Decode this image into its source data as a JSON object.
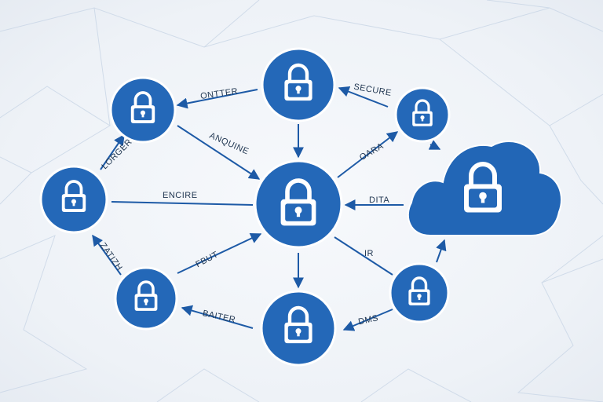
{
  "colors": {
    "node": "#2468b8",
    "node_border": "#ffffff",
    "edge": "#1d5aa6",
    "lock": "#ffffff",
    "cloud": "#2266b6",
    "background_mesh": "#c9d6e6"
  },
  "icon": "padlock-icon",
  "nodes": [
    {
      "id": "top-center",
      "icon": "padlock-icon"
    },
    {
      "id": "top-left",
      "icon": "padlock-icon"
    },
    {
      "id": "top-right",
      "icon": "padlock-icon"
    },
    {
      "id": "left",
      "icon": "padlock-icon"
    },
    {
      "id": "center",
      "icon": "padlock-icon"
    },
    {
      "id": "bottom-left",
      "icon": "padlock-icon"
    },
    {
      "id": "bottom-center",
      "icon": "padlock-icon"
    },
    {
      "id": "bottom-right",
      "icon": "padlock-icon"
    },
    {
      "id": "cloud",
      "icon": "cloud-padlock-icon"
    }
  ],
  "labels": {
    "onter": "ONTTER",
    "secure": "SECURE",
    "lorger": "LORGER",
    "anquine": "ANQUINE",
    "oara": "OARA",
    "encire": "ENCIRE",
    "dita": "DITA",
    "zatizh": "ZATIZH",
    "fbut": "FBUT",
    "ir": "IR",
    "baiter": "BAITER",
    "dms": "DMS"
  }
}
